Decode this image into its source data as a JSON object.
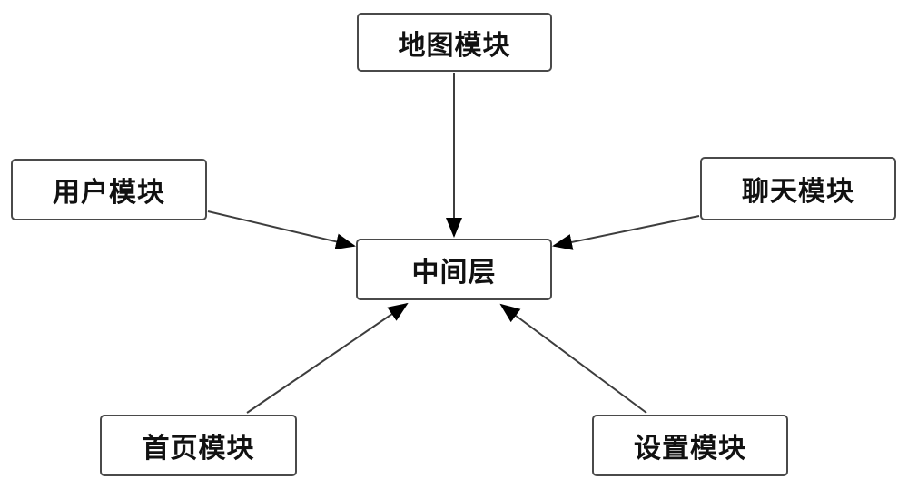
{
  "diagram": {
    "type": "module-dependency-diagram",
    "nodes": [
      {
        "id": "map-module",
        "label": "地图模块"
      },
      {
        "id": "user-module",
        "label": "用户模块"
      },
      {
        "id": "chat-module",
        "label": "聊天模块"
      },
      {
        "id": "middle-layer",
        "label": "中间层"
      },
      {
        "id": "home-module",
        "label": "首页模块"
      },
      {
        "id": "settings-module",
        "label": "设置模块"
      }
    ],
    "edges": [
      {
        "from": "map-module",
        "to": "middle-layer",
        "direction": "top-down"
      },
      {
        "from": "user-module",
        "to": "middle-layer",
        "direction": "left-to-center"
      },
      {
        "from": "chat-module",
        "to": "middle-layer",
        "direction": "right-to-center"
      },
      {
        "from": "home-module",
        "to": "middle-layer",
        "direction": "bottom-left-up"
      },
      {
        "from": "settings-module",
        "to": "middle-layer",
        "direction": "bottom-right-up"
      }
    ],
    "colors": {
      "background": "#ffffff",
      "box_border": "#4a4a4a",
      "box_fill": "#ffffff",
      "text": "#111111",
      "arrow_line": "#3d3d3d",
      "arrow_head": "#000000"
    }
  }
}
